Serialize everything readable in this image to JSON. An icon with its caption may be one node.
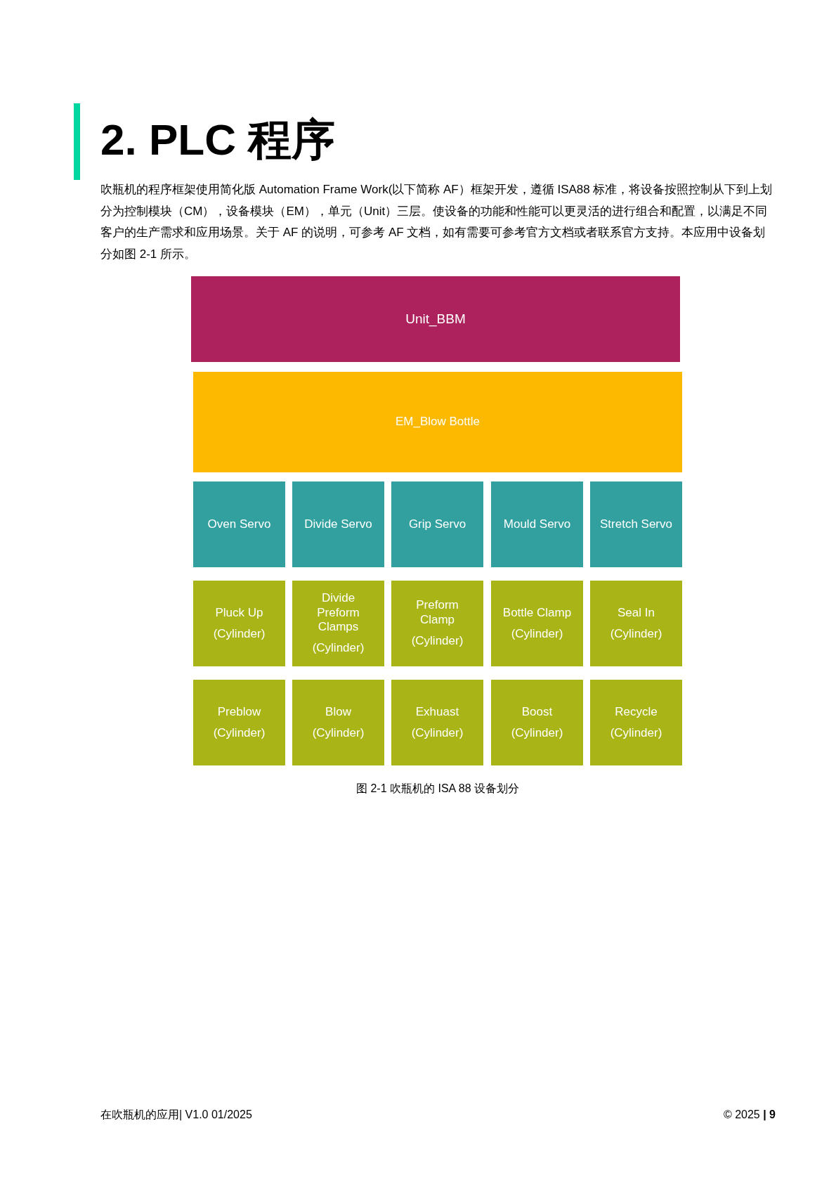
{
  "diagram": {
    "title": "2. PLC 程序",
    "caption": "图 2-1 吹瓶机的 ISA 88 设备划分",
    "nodes": [
      {
        "text": [
          "Unit_BBM"
        ]
      },
      {
        "text": [
          "EM_Blow Bottle"
        ]
      },
      {
        "text": [
          "Oven Servo"
        ]
      },
      {
        "text": [
          "Divide Servo"
        ]
      },
      {
        "text": [
          "Grip Servo"
        ]
      },
      {
        "text": [
          "Mould Servo"
        ]
      },
      {
        "text": [
          "Stretch Servo"
        ]
      },
      {
        "text": [
          "Pluck Up",
          "(Cylinder)"
        ]
      },
      {
        "text": [
          "Divide Preform Clamps",
          "(Cylinder)"
        ]
      },
      {
        "text": [
          "Preform Clamp",
          "(Cylinder)"
        ]
      },
      {
        "text": [
          "Bottle Clamp",
          "(Cylinder)"
        ]
      },
      {
        "text": [
          "Seal In",
          "(Cylinder)"
        ]
      },
      {
        "text": [
          "Preblow",
          "(Cylinder)"
        ]
      },
      {
        "text": [
          "Blow",
          "(Cylinder)"
        ]
      },
      {
        "text": [
          "Exhuast",
          "(Cylinder)"
        ]
      },
      {
        "text": [
          "Boost",
          "(Cylinder)"
        ]
      },
      {
        "text": [
          "Recycle",
          "(Cylinder)"
        ]
      }
    ],
    "labels": [
      "吹瓶机的程序框架使用简化版 Automation Frame Work(以下简称 AF）框架开发，遵循 ISA88 标准，将设备按照控制从下到上划分为控制模块（CM），设备模块（EM），单元（Unit）三层。使设备的功能和性能可以更灵活的进行组合和配置，以满足不同客户的生产需求和应用场景。关于 AF 的说明，可参考 AF 文档，如有需要可参考官方文档或者联系官方支持。本应用中设备划分如图 2-1 所示。",
      "在吹瓶机的应用| V1.0 01/2025",
      "© 2025 **| 9**"
    ]
  }
}
